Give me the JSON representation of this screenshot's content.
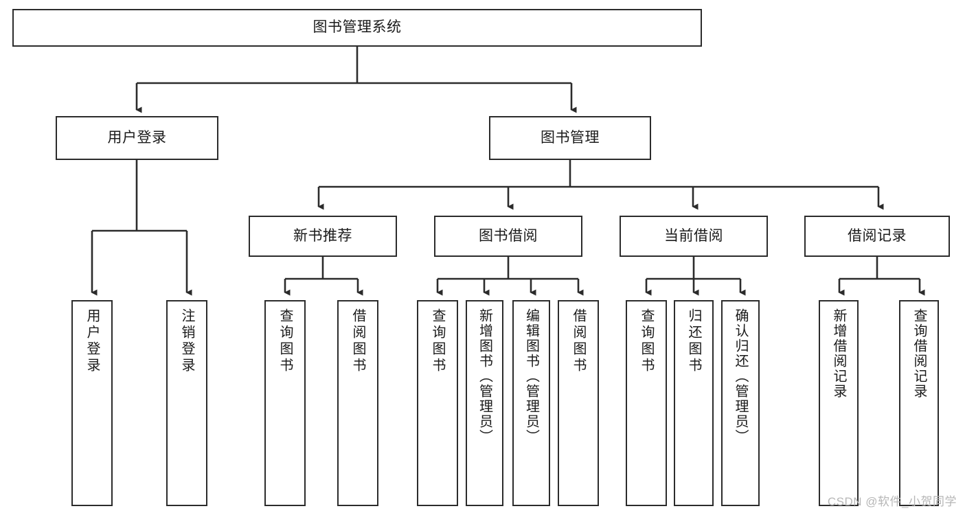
{
  "diagram": {
    "type": "tree-hierarchy",
    "title": "图书管理系统",
    "watermark": "CSDN @软件_小贺同学",
    "colors": {
      "stroke": "#2b2b2b",
      "fill": "#ffffff",
      "text": "#1a1a1a",
      "watermark": "#b6b6b6"
    },
    "nodes": {
      "root": {
        "label": "图书管理系统",
        "level": 0
      },
      "level1": [
        {
          "id": "user-login",
          "label": "用户登录"
        },
        {
          "id": "book-manage",
          "label": "图书管理"
        }
      ],
      "level2": [
        {
          "id": "new-book-recommend",
          "label": "新书推荐",
          "parent": "book-manage"
        },
        {
          "id": "book-borrow",
          "label": "图书借阅",
          "parent": "book-manage"
        },
        {
          "id": "current-borrow",
          "label": "当前借阅",
          "parent": "book-manage"
        },
        {
          "id": "borrow-record",
          "label": "借阅记录",
          "parent": "book-manage"
        }
      ],
      "leaves": [
        {
          "id": "leaf-user-login",
          "label": "用户登录",
          "parent": "user-login"
        },
        {
          "id": "leaf-user-logout",
          "label": "注销登录",
          "parent": "user-login"
        },
        {
          "id": "leaf-query-book-1",
          "label": "查询图书",
          "parent": "new-book-recommend"
        },
        {
          "id": "leaf-borrow-book-1",
          "label": "借阅图书",
          "parent": "new-book-recommend"
        },
        {
          "id": "leaf-query-book-2",
          "label": "查询图书",
          "parent": "book-borrow"
        },
        {
          "id": "leaf-add-book",
          "label": "新增图书（管理员）",
          "parent": "book-borrow"
        },
        {
          "id": "leaf-edit-book",
          "label": "编辑图书（管理员）",
          "parent": "book-borrow"
        },
        {
          "id": "leaf-borrow-book-2",
          "label": "借阅图书",
          "parent": "book-borrow"
        },
        {
          "id": "leaf-query-book-3",
          "label": "查询图书",
          "parent": "current-borrow"
        },
        {
          "id": "leaf-return-book",
          "label": "归还图书",
          "parent": "current-borrow"
        },
        {
          "id": "leaf-confirm-return",
          "label": "确认归还（管理员）",
          "parent": "current-borrow"
        },
        {
          "id": "leaf-add-record",
          "label": "新增借阅记录",
          "parent": "borrow-record"
        },
        {
          "id": "leaf-query-record",
          "label": "查询借阅记录",
          "parent": "borrow-record"
        }
      ]
    }
  }
}
